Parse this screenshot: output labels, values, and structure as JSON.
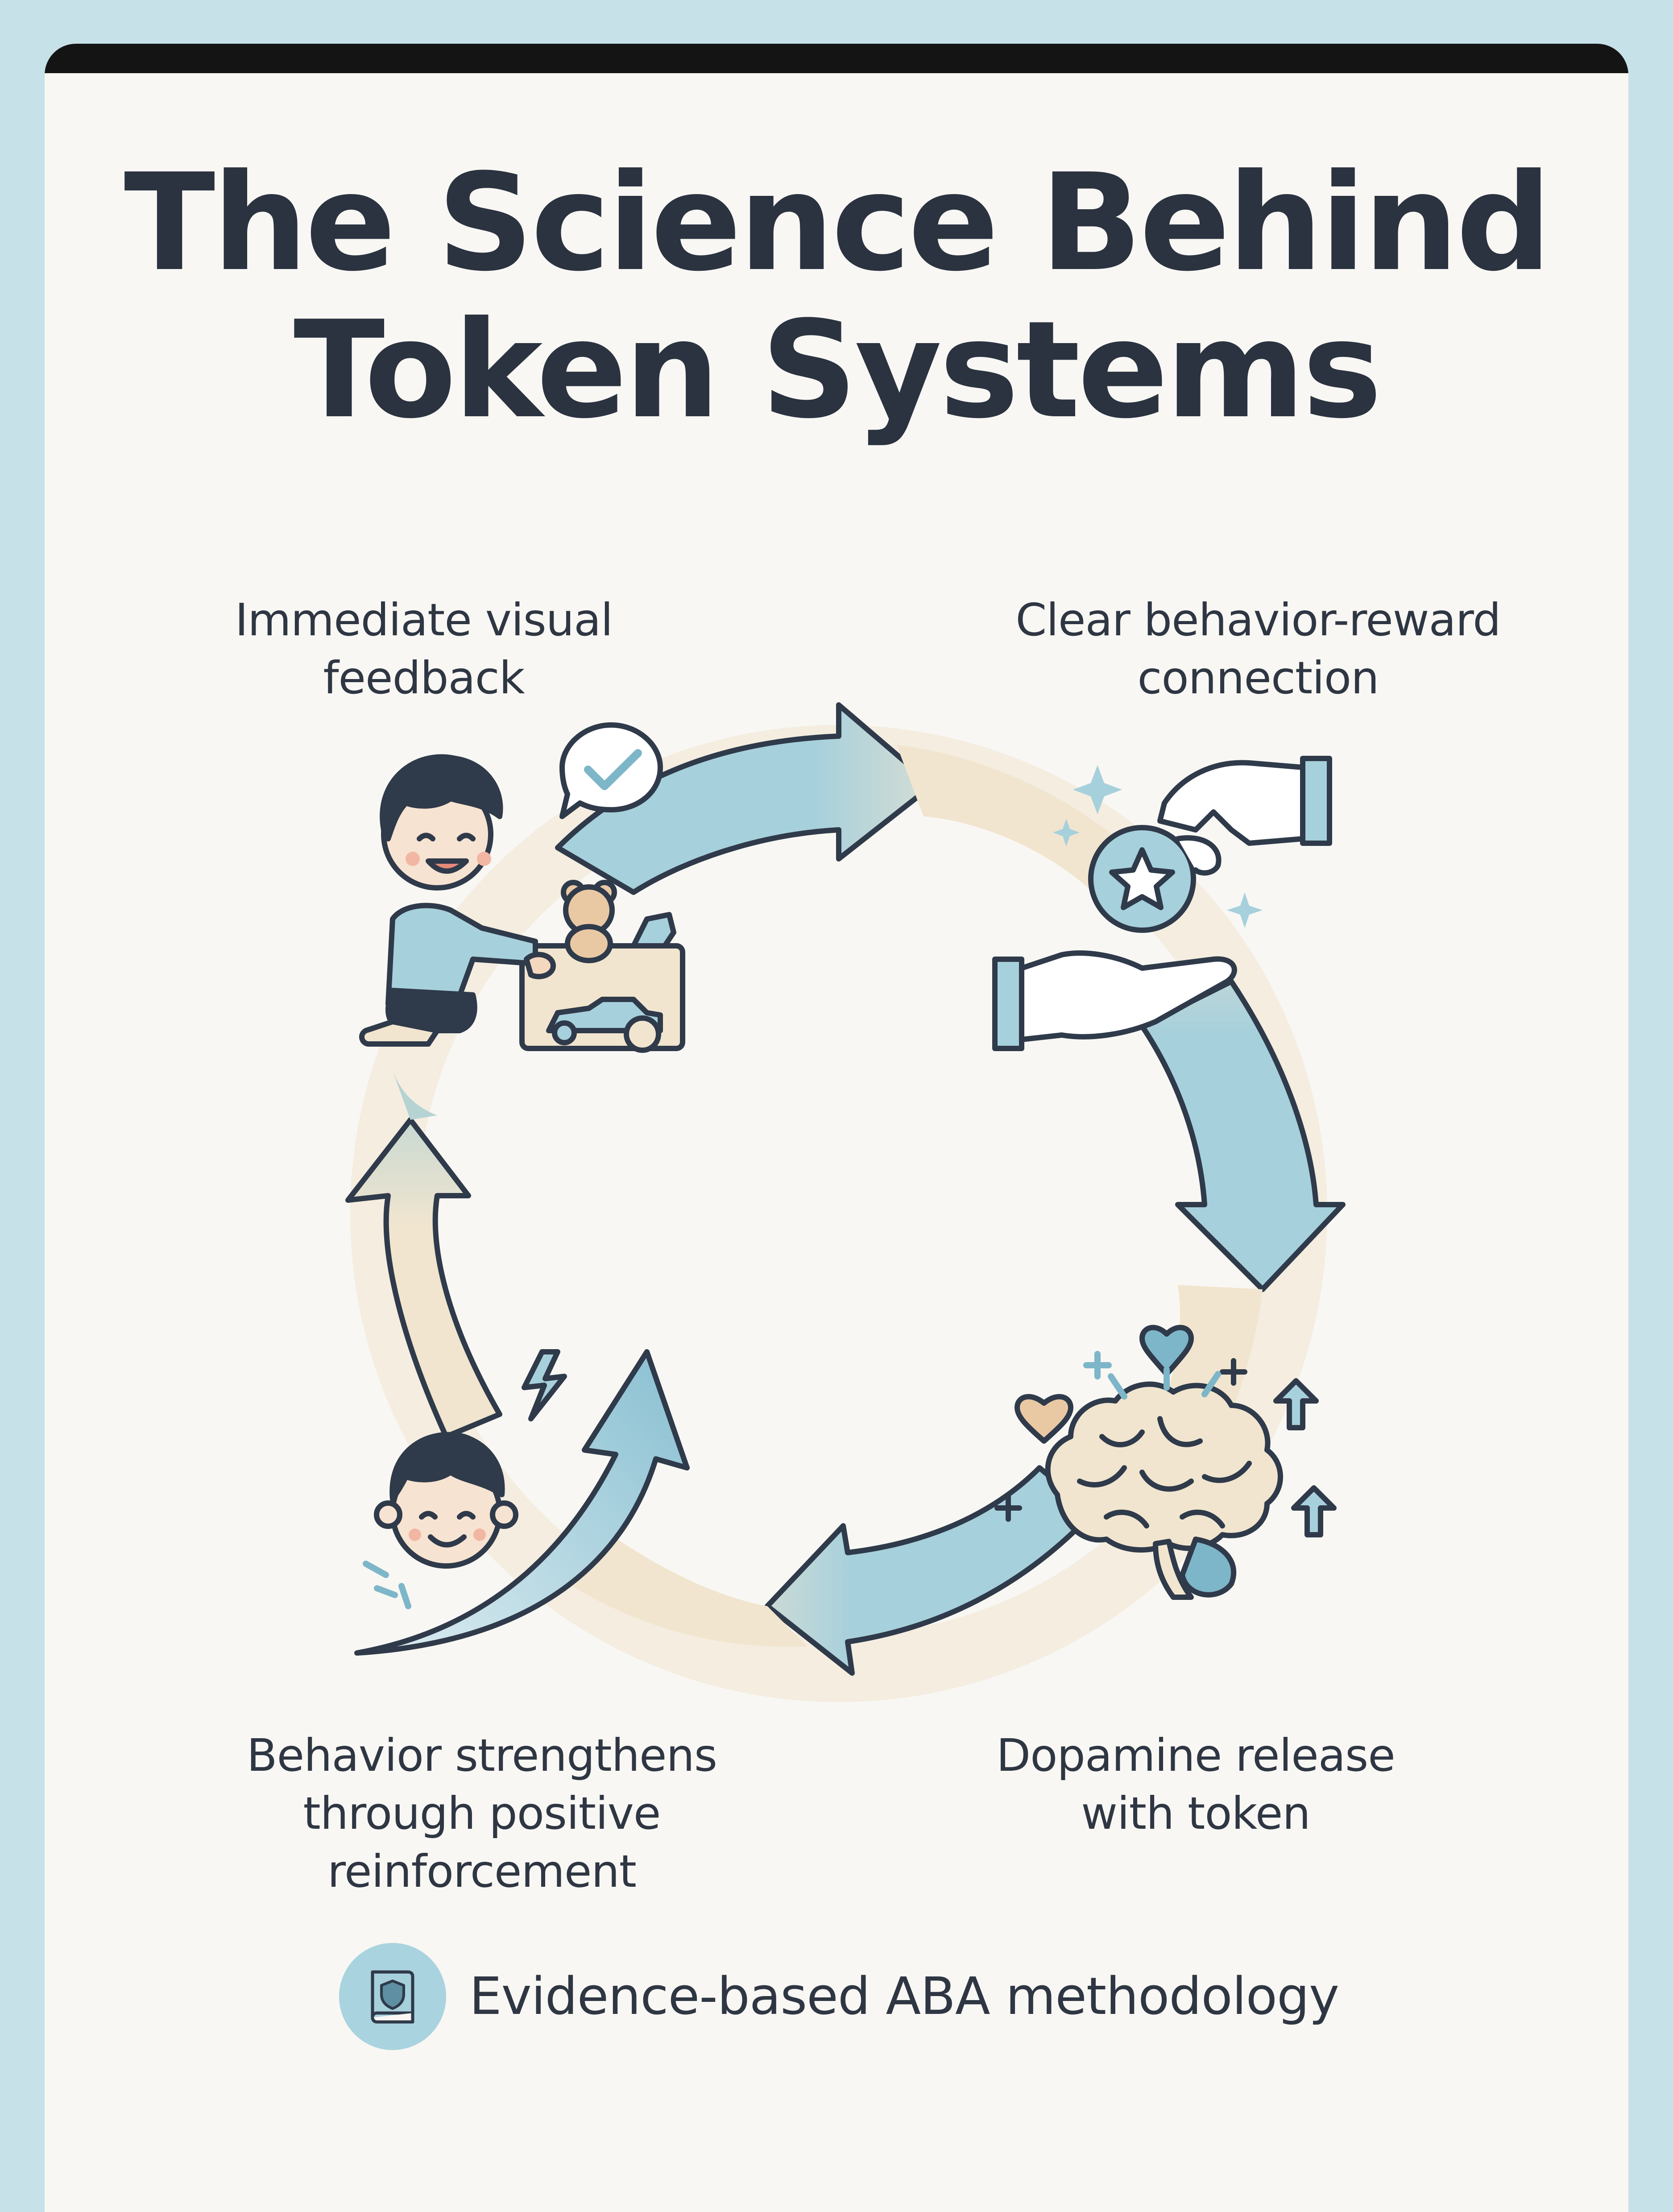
{
  "title": {
    "line1": "The Science Behind",
    "line2": "Token Systems"
  },
  "steps": [
    {
      "id": "feedback",
      "lines": [
        "Immediate visual",
        "feedback"
      ]
    },
    {
      "id": "connection",
      "lines": [
        "Clear behavior-reward",
        "connection"
      ]
    },
    {
      "id": "dopamine",
      "lines": [
        "Dopamine release",
        "with token"
      ]
    },
    {
      "id": "strengthens",
      "lines": [
        "Behavior strengthens",
        "through positive",
        "reinforcement"
      ]
    }
  ],
  "footer": {
    "text": "Evidence-based ABA methodology",
    "icon": "shield-book-icon"
  },
  "icons": {
    "feedback": "child-tidying-toys-icon",
    "connection": "hand-giving-star-token-icon",
    "dopamine": "brain-with-hearts-icon",
    "strengthens": "smiling-child-rising-arrow-icon"
  },
  "colors": {
    "background": "#c7e1e8",
    "card": "#f8f7f3",
    "text": "#2b3240",
    "arrow_blue": "#a6d0dc",
    "arrow_beige": "#f1e5cf",
    "outline": "#2f3a4a"
  }
}
